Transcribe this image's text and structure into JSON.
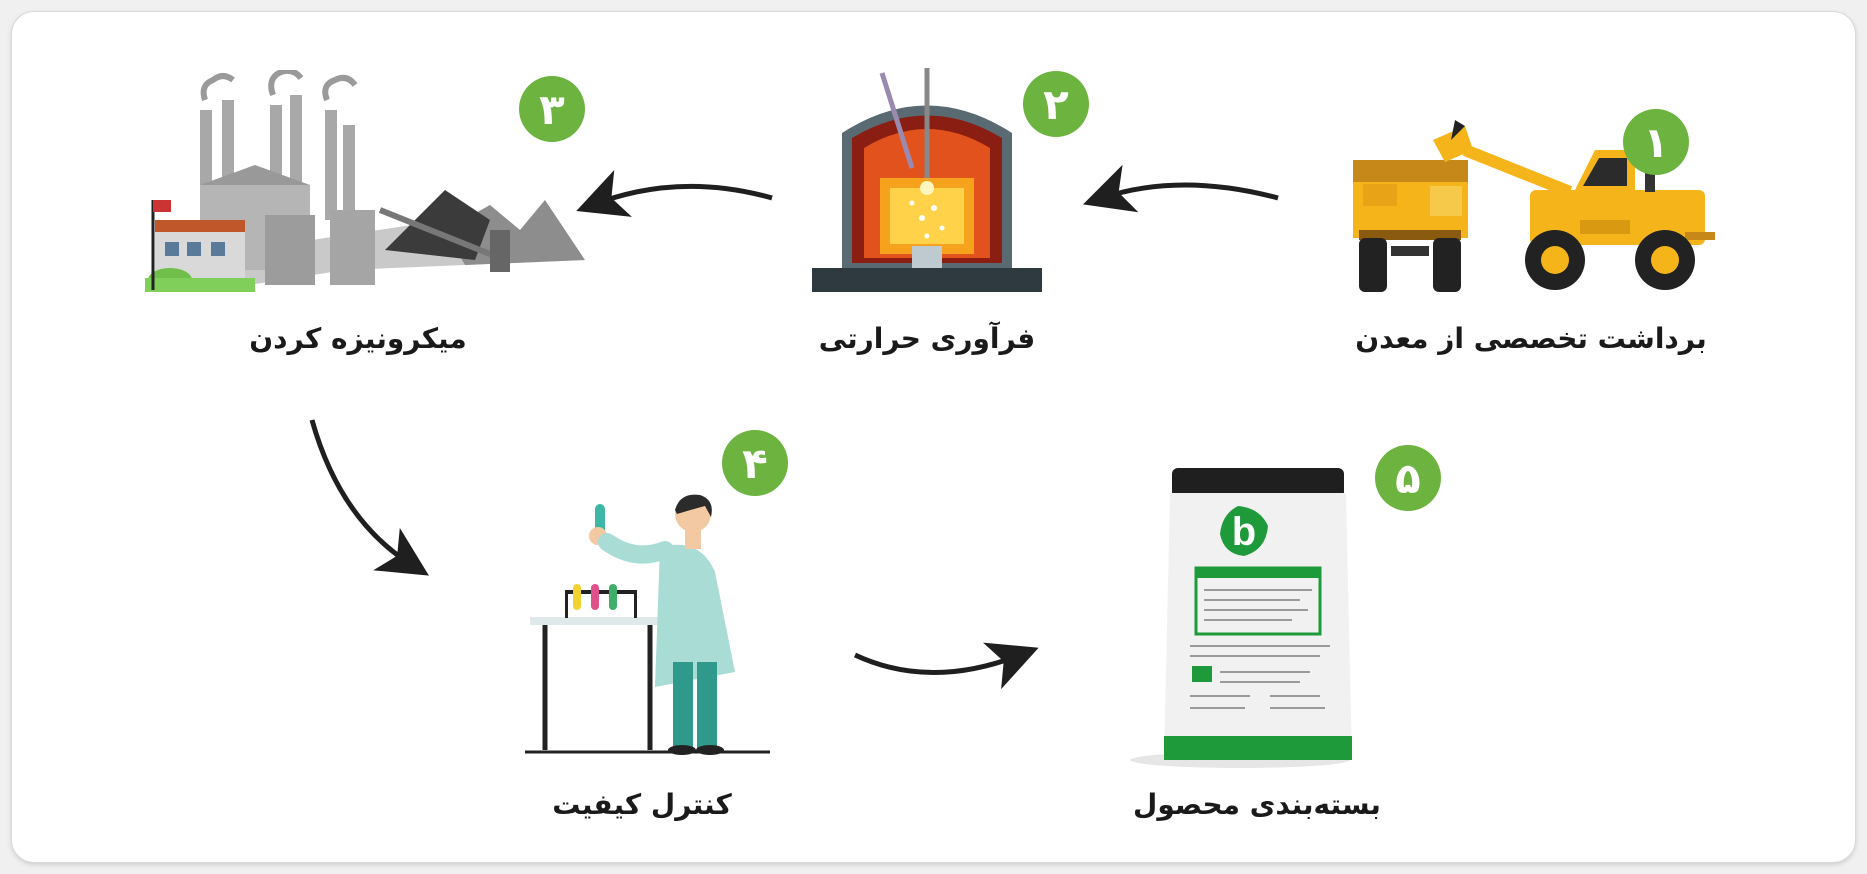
{
  "steps": [
    {
      "number": "۱",
      "label": "برداشت تخصصی از معدن",
      "illustration": "mining-loader-truck"
    },
    {
      "number": "۲",
      "label": "فرآوری حرارتی",
      "illustration": "furnace"
    },
    {
      "number": "۳",
      "label": "میکرونیزه کردن",
      "illustration": "factory"
    },
    {
      "number": "۴",
      "label": "کنترل کیفیت",
      "illustration": "lab-scientist"
    },
    {
      "number": "۵",
      "label": "بسته‌بندی محصول",
      "illustration": "product-bag"
    }
  ],
  "bag": {
    "logo": "b"
  },
  "colors": {
    "badge": "#6cb33f",
    "arrow": "#1f1f1f",
    "brand_green": "#1f9a3a",
    "machine_yellow": "#f4b41a"
  }
}
